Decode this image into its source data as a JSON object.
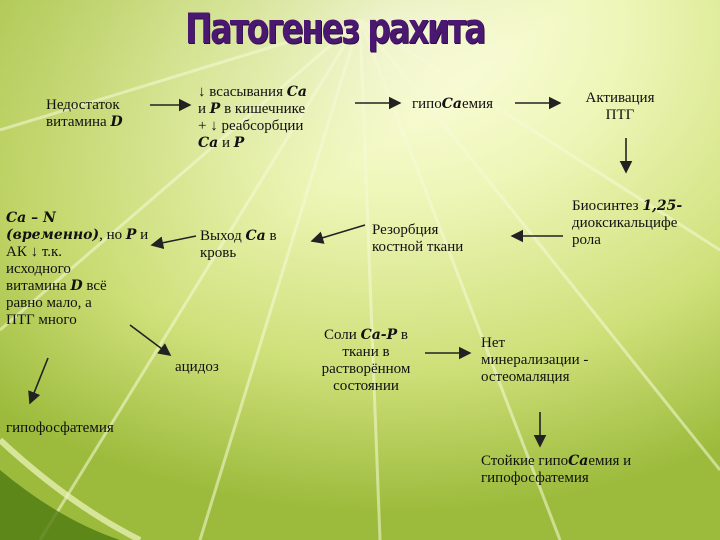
{
  "title": "Патогенез рахита",
  "nodes": {
    "deficiency": {
      "l1": "Недостаток",
      "l2a": "витамина ",
      "l2b": "D"
    },
    "absorption": {
      "l1a": "↓ всасывания ",
      "l1b": "Са",
      "l2a": "и ",
      "l2b": "Р",
      "l2c": " в кишечнике",
      "l3": "+ ↓ реабсорбции",
      "l4a": "Са",
      "l4b": " и ",
      "l4c": "Р"
    },
    "hypocalcemia": {
      "a": "гипо",
      "b": "Са",
      "c": "емия"
    },
    "ptg_activation": {
      "l1": "Активация",
      "l2": "ПТГ"
    },
    "biosynthesis": {
      "l1a": "Биосинтез ",
      "l1b": "1,25-",
      "l2": "диоксикальцифе",
      "l3": "рола"
    },
    "resorption": {
      "l1": "Резорбция",
      "l2": "костной ткани"
    },
    "release": {
      "l1a": "Выход ",
      "l1b": "Са",
      "l1c": " в",
      "l2": "кровь"
    },
    "ca_n": {
      "l1": "Са – N",
      "l2a": "(временно)",
      "l2b": ", но ",
      "l2c": "Р",
      "l2d": " и",
      "l3": "АК ↓ т.к.",
      "l4": "исходного",
      "l5a": "витамина ",
      "l5b": "D",
      "l5c": " всё",
      "l6": "равно мало, а",
      "l7": "ПТГ много"
    },
    "acidosis": "ацидоз",
    "salts": {
      "l1a": "Соли ",
      "l1b": "Са-Р",
      "l1c": " в",
      "l2": "ткани в",
      "l3": "растворённом",
      "l4": "состоянии"
    },
    "no_mineralization": {
      "l1": "Нет",
      "l2": "минерализации -",
      "l3": "остеомаляция"
    },
    "hypophosphatemia": "гипофосфатемия",
    "persistent": {
      "l1a": "Стойкие гипо",
      "l1b": "Са",
      "l1c": "емия и",
      "l2": "гипофосфатемия"
    }
  }
}
